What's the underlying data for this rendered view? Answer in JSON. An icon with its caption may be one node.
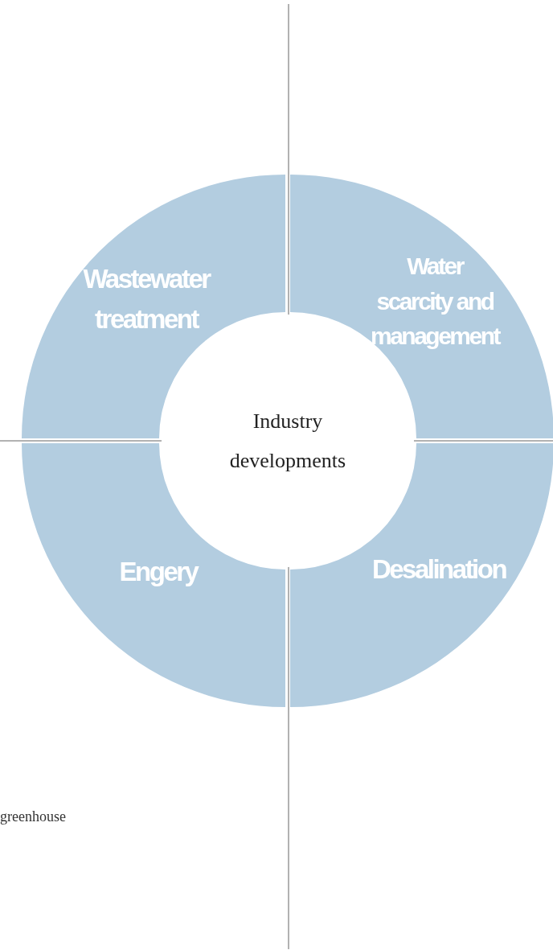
{
  "diagram": {
    "nodes": [
      {
        "text": [
          "Wastewater treatment"
        ]
      },
      {
        "text": [
          "Water scarcity and management"
        ]
      },
      {
        "text": [
          "Industry developments"
        ]
      },
      {
        "text": [
          "Engery"
        ]
      },
      {
        "text": [
          "Desalination"
        ]
      }
    ],
    "labels": [
      "greenhouse"
    ]
  }
}
